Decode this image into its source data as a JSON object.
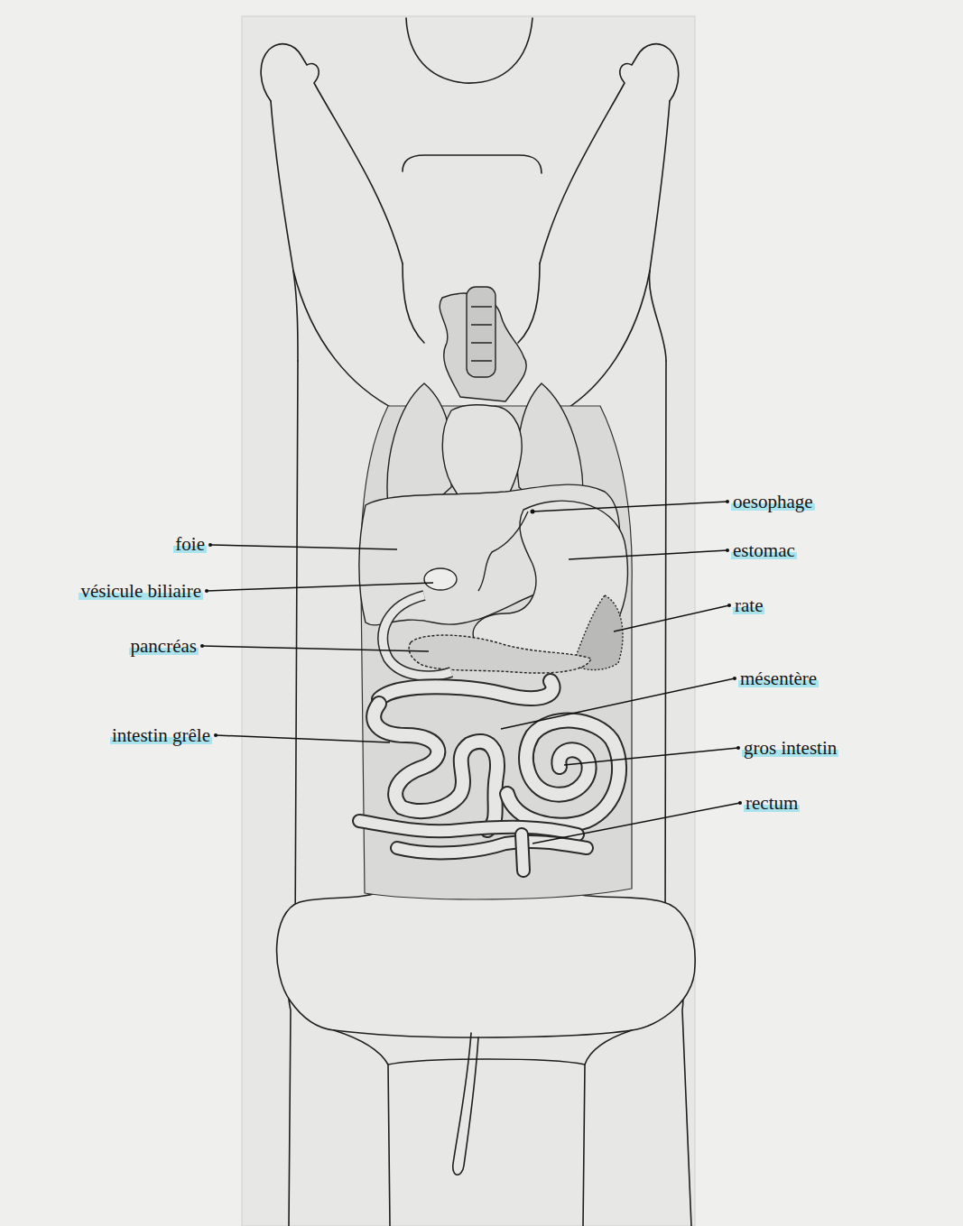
{
  "diagram": {
    "labels": [
      "oesophage",
      "foie",
      "estomac",
      "vésicule biliaire",
      "rate",
      "pancréas",
      "mésentère",
      "intestin grêle",
      "gros intestin",
      "rectum"
    ]
  }
}
